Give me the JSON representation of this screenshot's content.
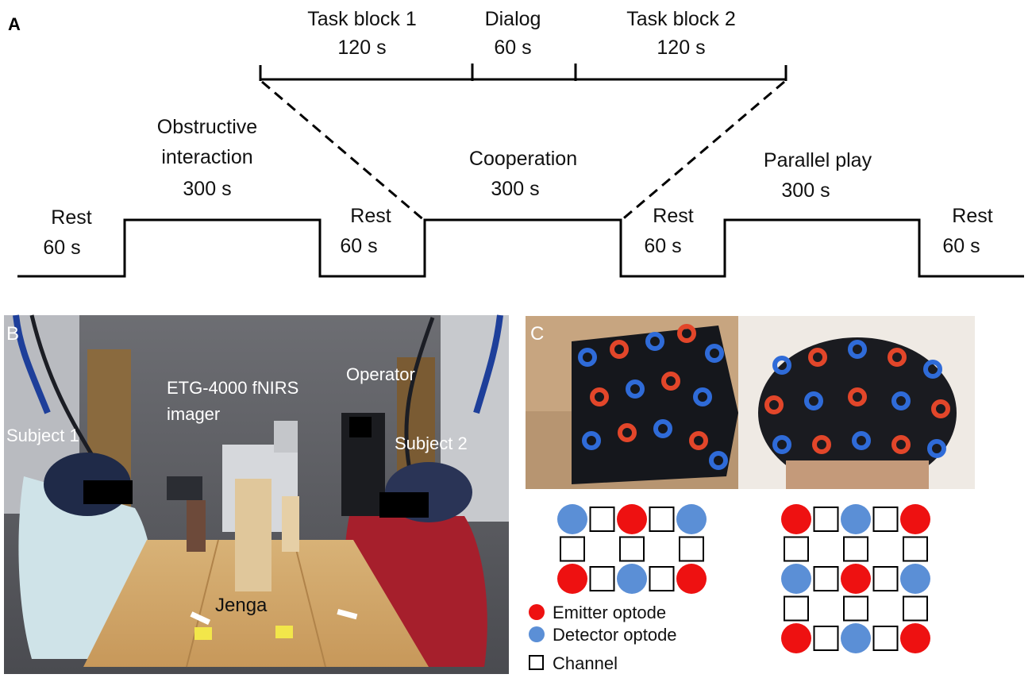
{
  "panels": {
    "a": "A",
    "b": "B",
    "c": "C"
  },
  "timeline": {
    "blocks": [
      {
        "label_lines": [
          "Rest",
          "60 s"
        ]
      },
      {
        "label_lines": [
          "Obstructive",
          "interaction",
          "300 s"
        ]
      },
      {
        "label_lines": [
          "Rest",
          "60 s"
        ]
      },
      {
        "label_lines": [
          "Cooperation",
          "300 s"
        ]
      },
      {
        "label_lines": [
          "Rest",
          "60 s"
        ]
      },
      {
        "label_lines": [
          "Parallel play",
          "300 s"
        ]
      },
      {
        "label_lines": [
          "Rest",
          "60 s"
        ]
      }
    ],
    "zoom_segments": [
      {
        "label_lines": [
          "Task block 1",
          "120 s"
        ]
      },
      {
        "label_lines": [
          "Dialog",
          "60 s"
        ]
      },
      {
        "label_lines": [
          "Task block 2",
          "120 s"
        ]
      }
    ]
  },
  "photo_b": {
    "labels": {
      "imager": [
        "ETG-4000 fNIRS",
        "imager"
      ],
      "operator": "Operator",
      "subject1": "Subject 1",
      "subject2": "Subject 2",
      "jenga": "Jenga"
    }
  },
  "legend": {
    "emitter": "Emitter optode",
    "detector": "Detector optode",
    "channel": "Channel"
  },
  "colors": {
    "emitter": "#ee1111",
    "detector": "#5b8fd6",
    "line": "#000000"
  }
}
